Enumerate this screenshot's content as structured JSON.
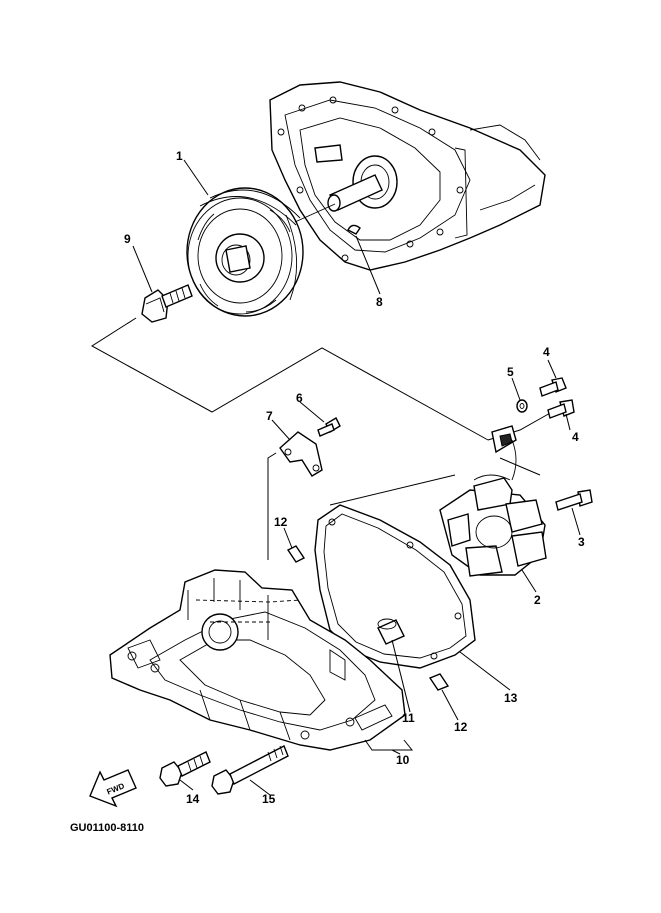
{
  "diagram": {
    "callouts": {
      "c1": "1",
      "c2": "2",
      "c3": "3",
      "c4a": "4",
      "c4b": "4",
      "c5": "5",
      "c6": "6",
      "c7": "7",
      "c8": "8",
      "c9": "9",
      "c10": "10",
      "c11": "11",
      "c12a": "12",
      "c12b": "12",
      "c13": "13",
      "c14": "14",
      "c15": "15"
    },
    "fwd_label": "FWD",
    "drawing_code": "GU01100-8110"
  },
  "colors": {
    "ink": "#000000",
    "paper": "#ffffff"
  }
}
